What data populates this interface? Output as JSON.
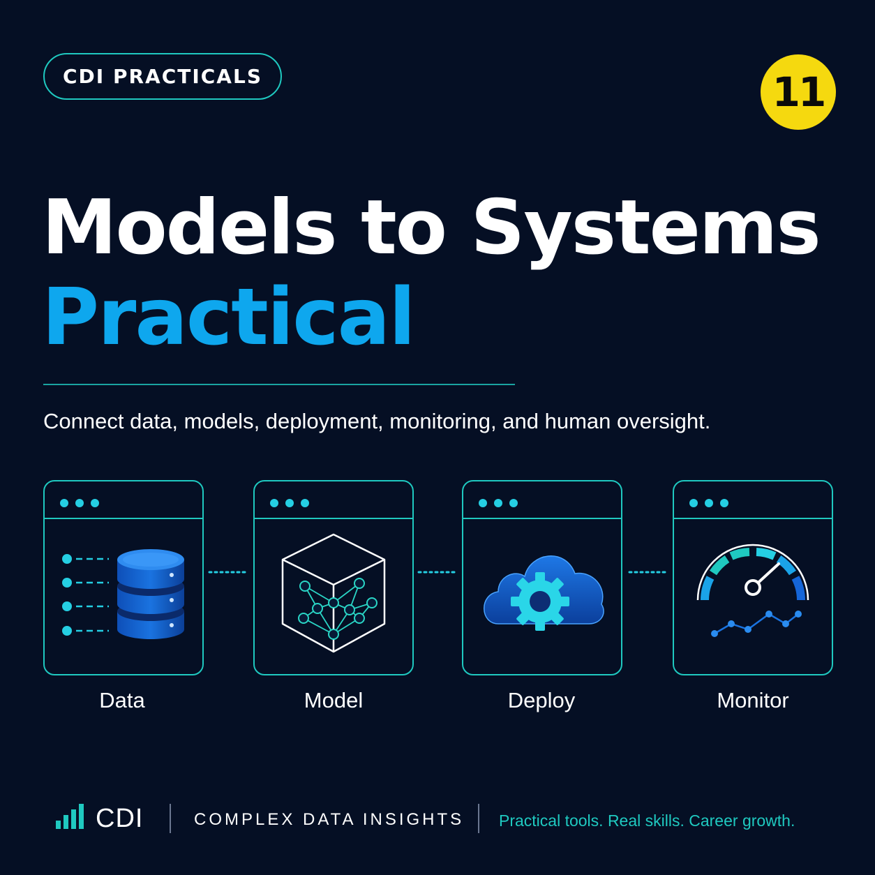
{
  "header": {
    "pill_label": "CDI PRACTICALS",
    "badge_number": "11"
  },
  "title": {
    "line1": "Models to Systems",
    "line2": "Practical"
  },
  "subtitle": "Connect data, models, deployment, monitoring, and human oversight.",
  "steps": [
    {
      "label": "Data",
      "icon": "database-icon"
    },
    {
      "label": "Model",
      "icon": "neural-cube-icon"
    },
    {
      "label": "Deploy",
      "icon": "cloud-gear-icon"
    },
    {
      "label": "Monitor",
      "icon": "gauge-icon"
    }
  ],
  "footer": {
    "brand": "CDI",
    "name": "COMPLEX DATA INSIGHTS",
    "tagline": "Practical tools. Real skills. Career growth."
  },
  "colors": {
    "background": "#050f24",
    "accent_teal": "#1fc9c0",
    "accent_blue": "#0ea7ee",
    "badge_yellow": "#f5d90f"
  }
}
